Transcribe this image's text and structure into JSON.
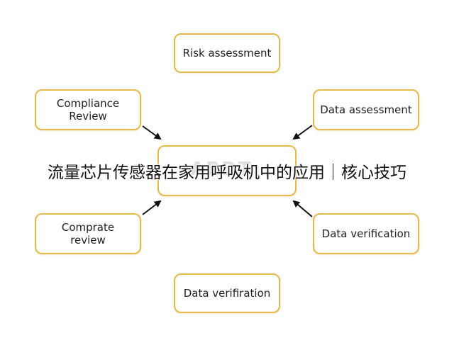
{
  "diagram": {
    "nodes": {
      "risk": "Risk assessment",
      "compliance_line1": "Compliance",
      "compliance_line2": "Review",
      "data_assessment": "Data assessment",
      "center": "",
      "comprate_line1": "Comprate",
      "comprate_line2": "review",
      "data_verification": "Data verification",
      "data_verifiration": "Data verifiration"
    },
    "watermark": "ARDT",
    "overlay_title": "流量芯片传感器在家用呼吸机中的应用｜核心技巧",
    "colors": {
      "node_border": "#e8b84a",
      "arrow": "#111111",
      "text": "#1f1f1f"
    }
  }
}
